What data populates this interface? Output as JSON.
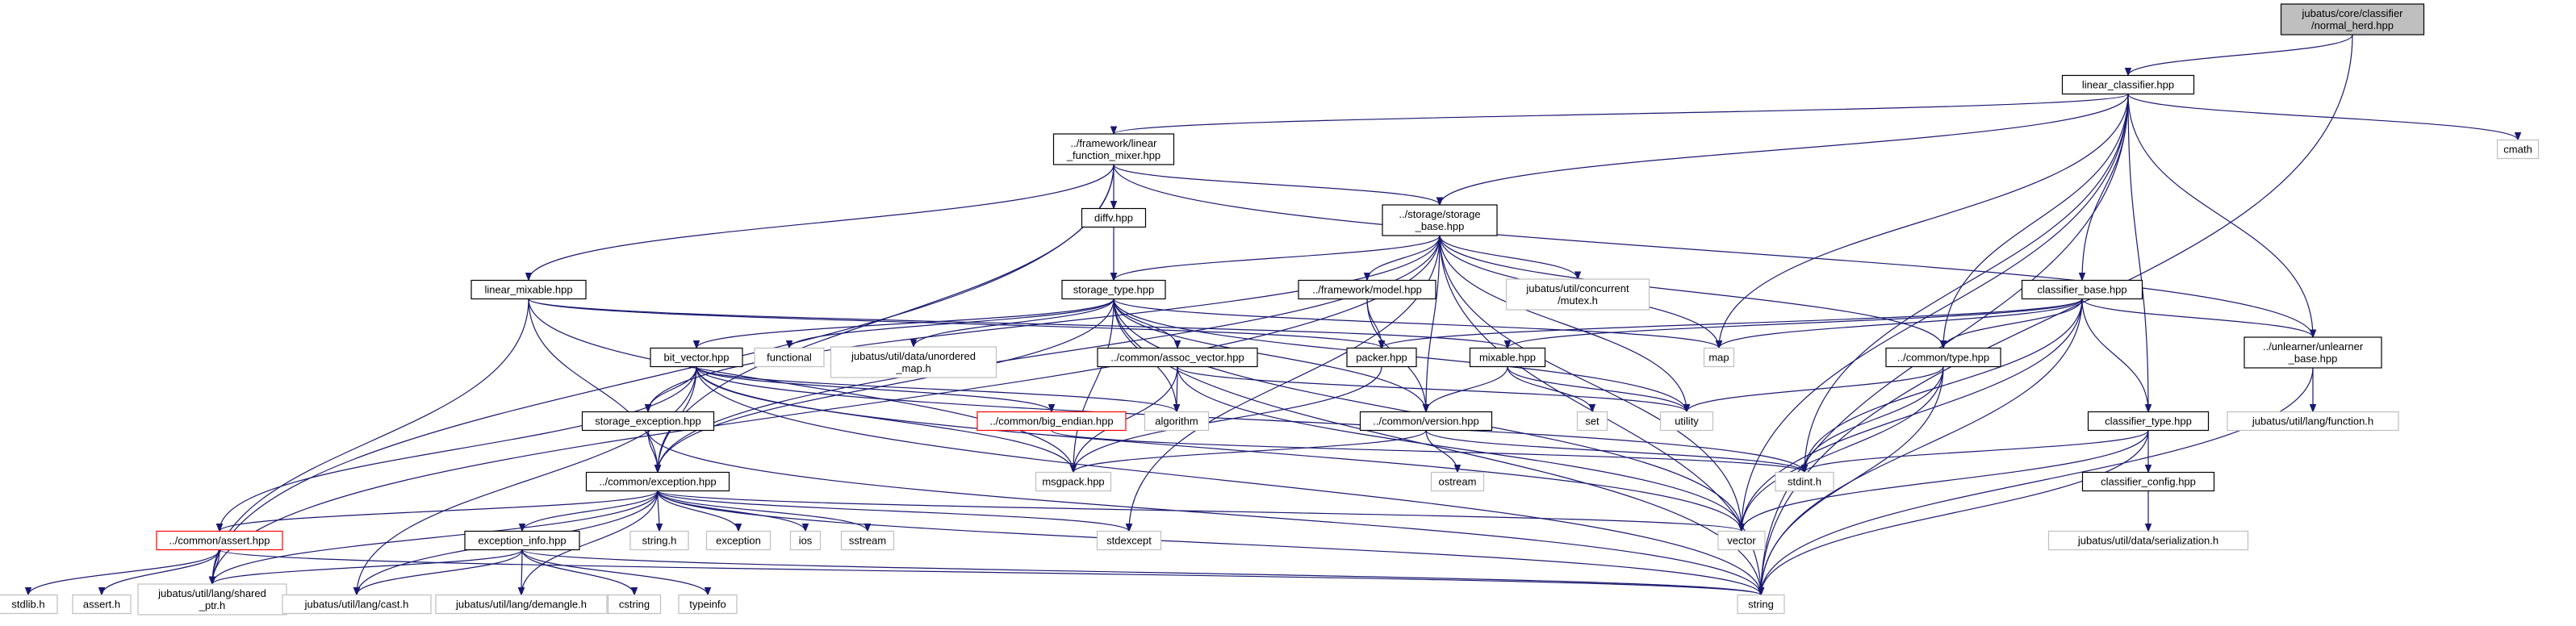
{
  "colors": {
    "root_fill": "#bfbfbf",
    "node_border": "#000000",
    "missing_border": "#ff0000",
    "external_border": "#bfbfbf",
    "edge": "#191970",
    "text": "#000000",
    "background": "#ffffff"
  },
  "nodes": [
    {
      "id": "root",
      "kind": "root",
      "lines": [
        "jubatus/core/classifier",
        "/normal_herd.hpp"
      ]
    },
    {
      "id": "linear_classifier",
      "kind": "file",
      "lines": [
        "linear_classifier.hpp"
      ]
    },
    {
      "id": "linear_function_mixer",
      "kind": "file",
      "lines": [
        "../framework/linear",
        "_function_mixer.hpp"
      ]
    },
    {
      "id": "storage_base",
      "kind": "file",
      "lines": [
        "../storage/storage",
        "_base.hpp"
      ]
    },
    {
      "id": "cmath",
      "kind": "external",
      "lines": [
        "cmath"
      ]
    },
    {
      "id": "diffv",
      "kind": "file",
      "lines": [
        "diffv.hpp"
      ]
    },
    {
      "id": "linear_mixable",
      "kind": "file",
      "lines": [
        "linear_mixable.hpp"
      ]
    },
    {
      "id": "storage_type",
      "kind": "file",
      "lines": [
        "storage_type.hpp"
      ]
    },
    {
      "id": "framework_model",
      "kind": "file",
      "lines": [
        "../framework/model.hpp"
      ]
    },
    {
      "id": "concurrent_mutex",
      "kind": "external",
      "lines": [
        "jubatus/util/concurrent",
        "/mutex.h"
      ]
    },
    {
      "id": "classifier_base",
      "kind": "file",
      "lines": [
        "classifier_base.hpp"
      ]
    },
    {
      "id": "unlearner_base",
      "kind": "file",
      "lines": [
        "../unlearner/unlearner",
        "_base.hpp"
      ]
    },
    {
      "id": "bit_vector",
      "kind": "file",
      "lines": [
        "bit_vector.hpp"
      ]
    },
    {
      "id": "functional",
      "kind": "external",
      "lines": [
        "functional"
      ]
    },
    {
      "id": "unordered_map",
      "kind": "external",
      "lines": [
        "jubatus/util/data/unordered",
        "_map.h"
      ]
    },
    {
      "id": "assoc_vector",
      "kind": "file",
      "lines": [
        "../common/assoc_vector.hpp"
      ]
    },
    {
      "id": "packer",
      "kind": "file",
      "lines": [
        "packer.hpp"
      ]
    },
    {
      "id": "mixable",
      "kind": "file",
      "lines": [
        "mixable.hpp"
      ]
    },
    {
      "id": "map",
      "kind": "external",
      "lines": [
        "map"
      ]
    },
    {
      "id": "common_type",
      "kind": "file",
      "lines": [
        "../common/type.hpp"
      ]
    },
    {
      "id": "utility",
      "kind": "external",
      "lines": [
        "utility"
      ]
    },
    {
      "id": "set",
      "kind": "external",
      "lines": [
        "set"
      ]
    },
    {
      "id": "lang_function",
      "kind": "external",
      "lines": [
        "jubatus/util/lang/function.h"
      ]
    },
    {
      "id": "storage_exception",
      "kind": "file",
      "lines": [
        "storage_exception.hpp"
      ]
    },
    {
      "id": "big_endian",
      "kind": "missing",
      "lines": [
        "../common/big_endian.hpp"
      ]
    },
    {
      "id": "algorithm",
      "kind": "external",
      "lines": [
        "algorithm"
      ]
    },
    {
      "id": "common_version",
      "kind": "file",
      "lines": [
        "../common/version.hpp"
      ]
    },
    {
      "id": "classifier_type",
      "kind": "file",
      "lines": [
        "classifier_type.hpp"
      ]
    },
    {
      "id": "msgpack",
      "kind": "external",
      "lines": [
        "msgpack.hpp"
      ]
    },
    {
      "id": "ostream",
      "kind": "external",
      "lines": [
        "ostream"
      ]
    },
    {
      "id": "stdint",
      "kind": "external",
      "lines": [
        "stdint.h"
      ]
    },
    {
      "id": "classifier_config",
      "kind": "file",
      "lines": [
        "classifier_config.hpp"
      ]
    },
    {
      "id": "common_exception",
      "kind": "file",
      "lines": [
        "../common/exception.hpp"
      ]
    },
    {
      "id": "common_assert",
      "kind": "missing",
      "lines": [
        "../common/assert.hpp"
      ]
    },
    {
      "id": "exception_info",
      "kind": "file",
      "lines": [
        "exception_info.hpp"
      ]
    },
    {
      "id": "string_h",
      "kind": "external",
      "lines": [
        "string.h"
      ]
    },
    {
      "id": "exception",
      "kind": "external",
      "lines": [
        "exception"
      ]
    },
    {
      "id": "ios",
      "kind": "external",
      "lines": [
        "ios"
      ]
    },
    {
      "id": "sstream",
      "kind": "external",
      "lines": [
        "sstream"
      ]
    },
    {
      "id": "stdexcept",
      "kind": "external",
      "lines": [
        "stdexcept"
      ]
    },
    {
      "id": "vector",
      "kind": "external",
      "lines": [
        "vector"
      ]
    },
    {
      "id": "serialization",
      "kind": "external",
      "lines": [
        "jubatus/util/data/serialization.h"
      ]
    },
    {
      "id": "stdlib",
      "kind": "external",
      "lines": [
        "stdlib.h"
      ]
    },
    {
      "id": "assert_h",
      "kind": "external",
      "lines": [
        "assert.h"
      ]
    },
    {
      "id": "shared_ptr",
      "kind": "external",
      "lines": [
        "jubatus/util/lang/shared",
        "_ptr.h"
      ]
    },
    {
      "id": "lang_cast",
      "kind": "external",
      "lines": [
        "jubatus/util/lang/cast.h"
      ]
    },
    {
      "id": "demangle",
      "kind": "external",
      "lines": [
        "jubatus/util/lang/demangle.h"
      ]
    },
    {
      "id": "cstring",
      "kind": "external",
      "lines": [
        "cstring"
      ]
    },
    {
      "id": "typeinfo",
      "kind": "external",
      "lines": [
        "typeinfo"
      ]
    },
    {
      "id": "string",
      "kind": "external",
      "lines": [
        "string"
      ]
    }
  ],
  "edges": [
    [
      "root",
      "linear_classifier"
    ],
    [
      "root",
      "string"
    ],
    [
      "linear_classifier",
      "linear_function_mixer"
    ],
    [
      "linear_classifier",
      "storage_base"
    ],
    [
      "linear_classifier",
      "cmath"
    ],
    [
      "linear_classifier",
      "classifier_base"
    ],
    [
      "linear_classifier",
      "map"
    ],
    [
      "linear_classifier",
      "common_type"
    ],
    [
      "linear_classifier",
      "unlearner_base"
    ],
    [
      "linear_classifier",
      "classifier_type"
    ],
    [
      "linear_classifier",
      "stdint"
    ],
    [
      "linear_classifier",
      "vector"
    ],
    [
      "linear_classifier",
      "string"
    ],
    [
      "linear_function_mixer",
      "diffv"
    ],
    [
      "linear_function_mixer",
      "linear_mixable"
    ],
    [
      "linear_function_mixer",
      "storage_base"
    ],
    [
      "linear_function_mixer",
      "unlearner_base"
    ],
    [
      "linear_function_mixer",
      "common_exception"
    ],
    [
      "linear_function_mixer",
      "shared_ptr"
    ],
    [
      "diffv",
      "storage_type"
    ],
    [
      "storage_base",
      "storage_type"
    ],
    [
      "storage_base",
      "framework_model"
    ],
    [
      "storage_base",
      "concurrent_mutex"
    ],
    [
      "storage_base",
      "common_version"
    ],
    [
      "storage_base",
      "storage_exception"
    ],
    [
      "storage_base",
      "common_type"
    ],
    [
      "storage_base",
      "map"
    ],
    [
      "storage_base",
      "utility"
    ],
    [
      "storage_base",
      "vector"
    ],
    [
      "storage_base",
      "string"
    ],
    [
      "storage_base",
      "stdexcept"
    ],
    [
      "storage_base",
      "common_exception"
    ],
    [
      "storage_base",
      "shared_ptr"
    ],
    [
      "linear_mixable",
      "mixable"
    ],
    [
      "linear_mixable",
      "packer"
    ],
    [
      "linear_mixable",
      "common_exception"
    ],
    [
      "linear_mixable",
      "msgpack"
    ],
    [
      "linear_mixable",
      "shared_ptr"
    ],
    [
      "storage_type",
      "bit_vector"
    ],
    [
      "storage_type",
      "functional"
    ],
    [
      "storage_type",
      "unordered_map"
    ],
    [
      "storage_type",
      "assoc_vector"
    ],
    [
      "storage_type",
      "map"
    ],
    [
      "storage_type",
      "utility"
    ],
    [
      "storage_type",
      "vector"
    ],
    [
      "storage_type",
      "string"
    ],
    [
      "storage_type",
      "algorithm"
    ],
    [
      "storage_type",
      "msgpack"
    ],
    [
      "storage_type",
      "common_version"
    ],
    [
      "storage_type",
      "common_exception"
    ],
    [
      "framework_model",
      "packer"
    ],
    [
      "framework_model",
      "common_version"
    ],
    [
      "classifier_base",
      "packer"
    ],
    [
      "classifier_base",
      "mixable"
    ],
    [
      "classifier_base",
      "map"
    ],
    [
      "classifier_base",
      "common_type"
    ],
    [
      "classifier_base",
      "unlearner_base"
    ],
    [
      "classifier_base",
      "classifier_type"
    ],
    [
      "classifier_base",
      "vector"
    ],
    [
      "classifier_base",
      "string"
    ],
    [
      "classifier_base",
      "stdint"
    ],
    [
      "unlearner_base",
      "lang_function"
    ],
    [
      "unlearner_base",
      "string"
    ],
    [
      "bit_vector",
      "storage_exception"
    ],
    [
      "bit_vector",
      "big_endian"
    ],
    [
      "bit_vector",
      "algorithm"
    ],
    [
      "bit_vector",
      "msgpack"
    ],
    [
      "bit_vector",
      "common_assert"
    ],
    [
      "bit_vector",
      "common_exception"
    ],
    [
      "bit_vector",
      "stdint"
    ],
    [
      "bit_vector",
      "vector"
    ],
    [
      "bit_vector",
      "string"
    ],
    [
      "bit_vector",
      "lang_cast"
    ],
    [
      "assoc_vector",
      "algorithm"
    ],
    [
      "assoc_vector",
      "msgpack"
    ],
    [
      "assoc_vector",
      "utility"
    ],
    [
      "assoc_vector",
      "vector"
    ],
    [
      "packer",
      "msgpack"
    ],
    [
      "mixable",
      "common_version"
    ],
    [
      "mixable",
      "set"
    ],
    [
      "mixable",
      "utility"
    ],
    [
      "common_type",
      "utility"
    ],
    [
      "common_type",
      "vector"
    ],
    [
      "common_type",
      "string"
    ],
    [
      "common_type",
      "stdint"
    ],
    [
      "storage_exception",
      "common_exception"
    ],
    [
      "storage_exception",
      "string"
    ],
    [
      "big_endian",
      "stdint"
    ],
    [
      "common_version",
      "msgpack"
    ],
    [
      "common_version",
      "ostream"
    ],
    [
      "common_version",
      "stdint"
    ],
    [
      "classifier_type",
      "classifier_config"
    ],
    [
      "classifier_type",
      "stdint"
    ],
    [
      "classifier_type",
      "vector"
    ],
    [
      "classifier_type",
      "string"
    ],
    [
      "classifier_config",
      "serialization"
    ],
    [
      "common_exception",
      "common_assert"
    ],
    [
      "common_exception",
      "exception_info"
    ],
    [
      "common_exception",
      "string_h"
    ],
    [
      "common_exception",
      "exception"
    ],
    [
      "common_exception",
      "ios"
    ],
    [
      "common_exception",
      "sstream"
    ],
    [
      "common_exception",
      "stdexcept"
    ],
    [
      "common_exception",
      "vector"
    ],
    [
      "common_exception",
      "string"
    ],
    [
      "common_exception",
      "shared_ptr"
    ],
    [
      "common_exception",
      "lang_cast"
    ],
    [
      "common_exception",
      "demangle"
    ],
    [
      "common_assert",
      "stdlib"
    ],
    [
      "common_assert",
      "assert_h"
    ],
    [
      "common_assert",
      "shared_ptr"
    ],
    [
      "common_assert",
      "string"
    ],
    [
      "exception_info",
      "shared_ptr"
    ],
    [
      "exception_info",
      "lang_cast"
    ],
    [
      "exception_info",
      "demangle"
    ],
    [
      "exception_info",
      "cstring"
    ],
    [
      "exception_info",
      "typeinfo"
    ],
    [
      "exception_info",
      "string"
    ]
  ]
}
